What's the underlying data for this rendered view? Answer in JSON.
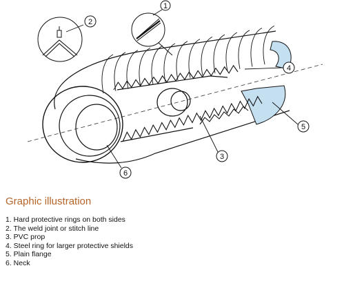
{
  "callouts": [
    "1",
    "2",
    "3",
    "4",
    "5",
    "6"
  ],
  "caption": {
    "title": "Graphic illustration",
    "items": [
      "1. Hard protective rings on both sides",
      "2. The weld joint or stitch line",
      "3. PVC prop",
      "4. Steel ring for larger protective shields",
      "5. Plain flange",
      "6. Neck"
    ]
  },
  "colors": {
    "flange_fill": "#c4dff0",
    "line": "#111111",
    "title": "#b5652a"
  }
}
